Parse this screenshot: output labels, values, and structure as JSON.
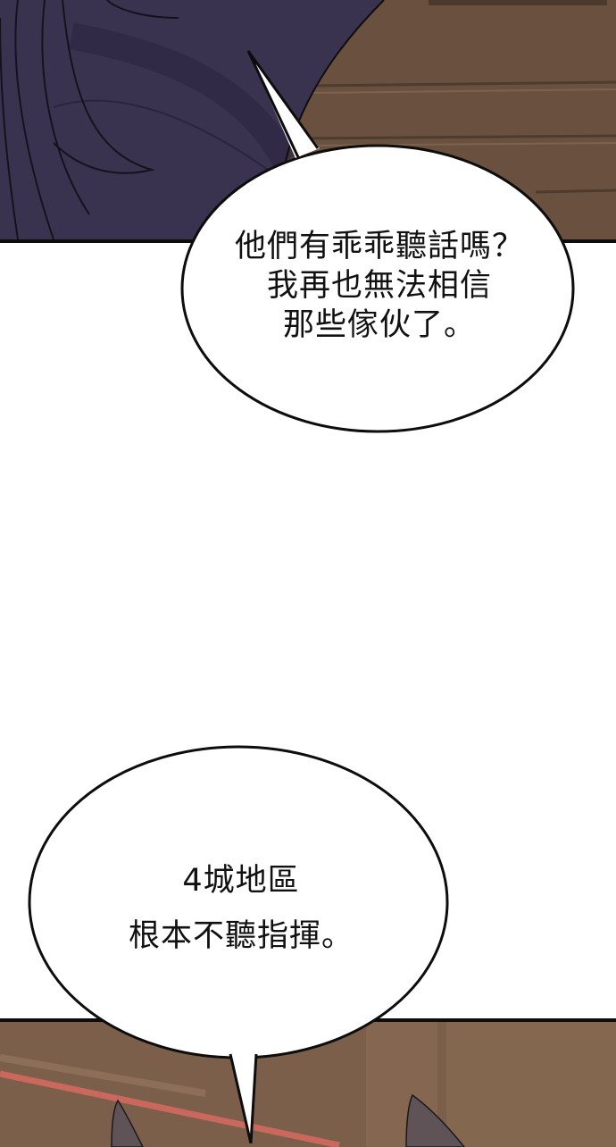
{
  "comic": {
    "panels": [
      {
        "id": "top-panel",
        "description": "dark purple-clad figure with long hair against wooden wall"
      },
      {
        "id": "bottom-panel",
        "description": "wooden interior with red streak and dark pointed shapes"
      }
    ],
    "bubbles": [
      {
        "id": "bubble-1",
        "lines": [
          "他們有乖乖聽話嗎？",
          "我再也無法相信",
          "那些傢伙了。"
        ]
      },
      {
        "id": "bubble-2",
        "lines": [
          "4城地區",
          "根本不聽指揮。"
        ]
      }
    ],
    "colors": {
      "outline": "#0d0d0d",
      "bubble_fill": "#ffffff",
      "purple_cloth": "#3b3350",
      "wood_dark": "#5a4435",
      "wood_light": "#7a5e4a",
      "red_streak": "#d86a62"
    }
  }
}
